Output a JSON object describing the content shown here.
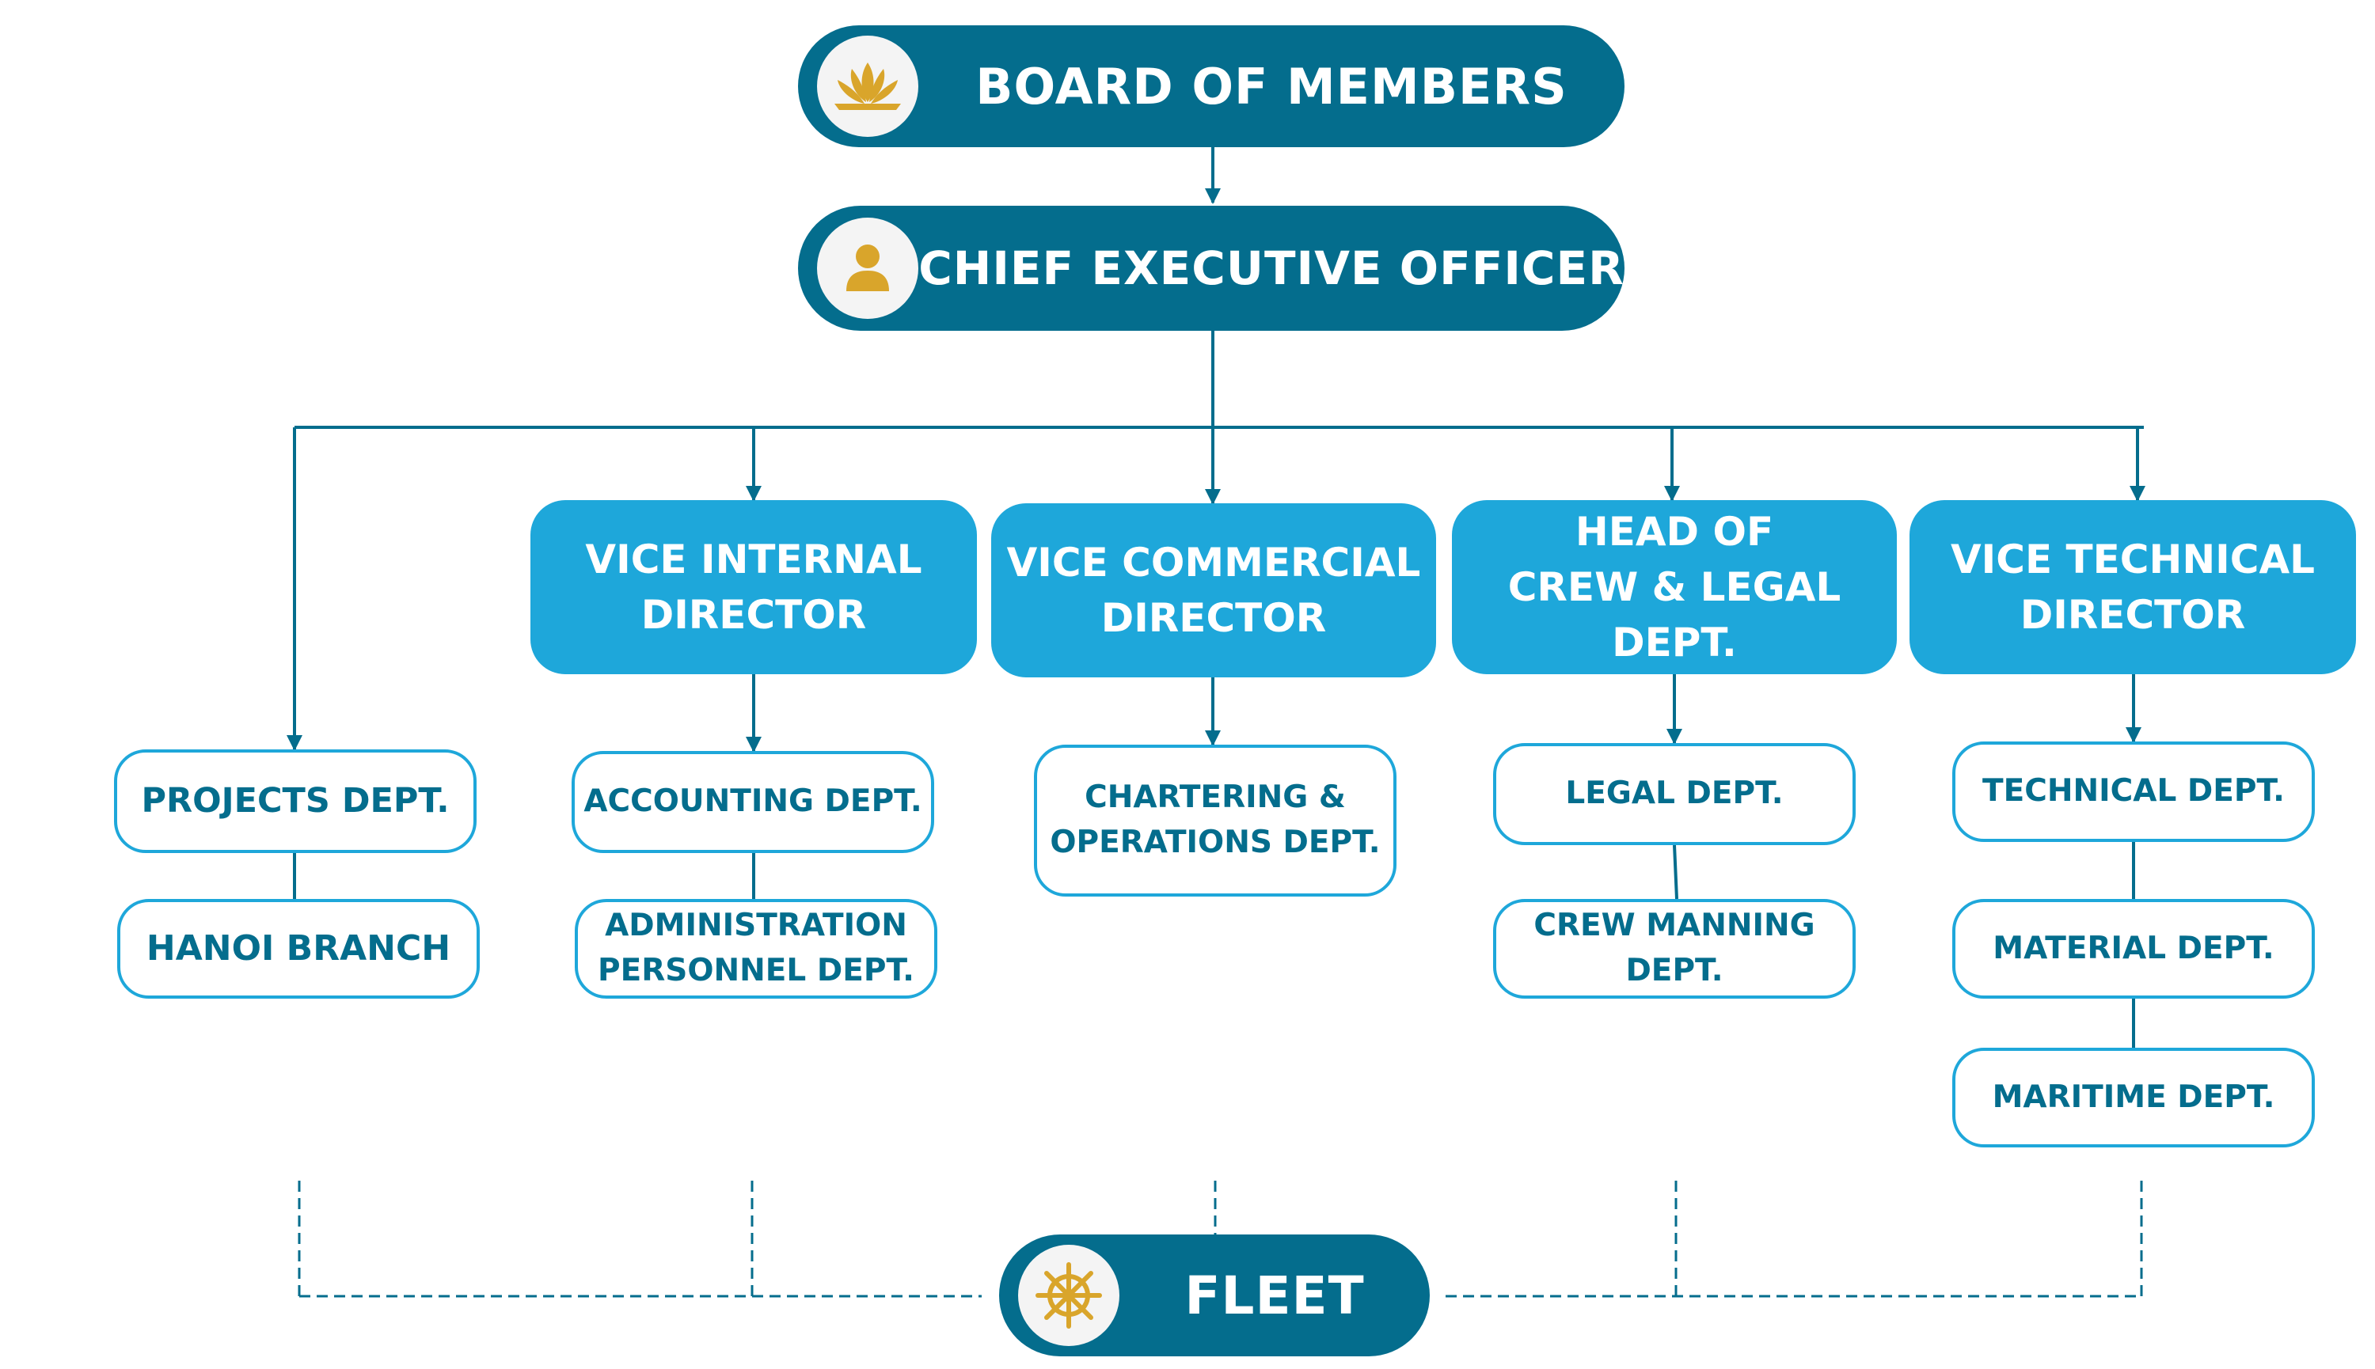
{
  "top": {
    "board": "BOARD OF MEMBERS",
    "ceo": "CHIEF EXECUTIVE OFFICER"
  },
  "directors": {
    "vice_internal": "VICE INTERNAL\nDIRECTOR",
    "vice_commercial": "VICE COMMERCIAL\nDIRECTOR",
    "head_crew_legal": "HEAD OF\nCREW & LEGAL DEPT.",
    "vice_technical": "VICE TECHNICAL\nDIRECTOR"
  },
  "departments": {
    "projects": "PROJECTS DEPT.",
    "hanoi": "HANOI BRANCH",
    "accounting": "ACCOUNTING DEPT.",
    "admin": "ADMINISTRATION\nPERSONNEL DEPT.",
    "chartering": "CHARTERING &\nOPERATIONS DEPT.",
    "legal": "LEGAL DEPT.",
    "crew_manning": "CREW MANNING\nDEPT.",
    "technical": "TECHNICAL DEPT.",
    "material": "MATERIAL DEPT.",
    "maritime": "MARITIME DEPT."
  },
  "fleet": "FLEET",
  "icons": {
    "board": "lotus-icon",
    "ceo": "person-icon",
    "fleet": "ship-wheel-icon"
  },
  "colors": {
    "dark_teal": "#046d8d",
    "light_blue": "#1ea7da",
    "gold": "#d9a52b",
    "badge_bg": "#f4f4f4"
  }
}
